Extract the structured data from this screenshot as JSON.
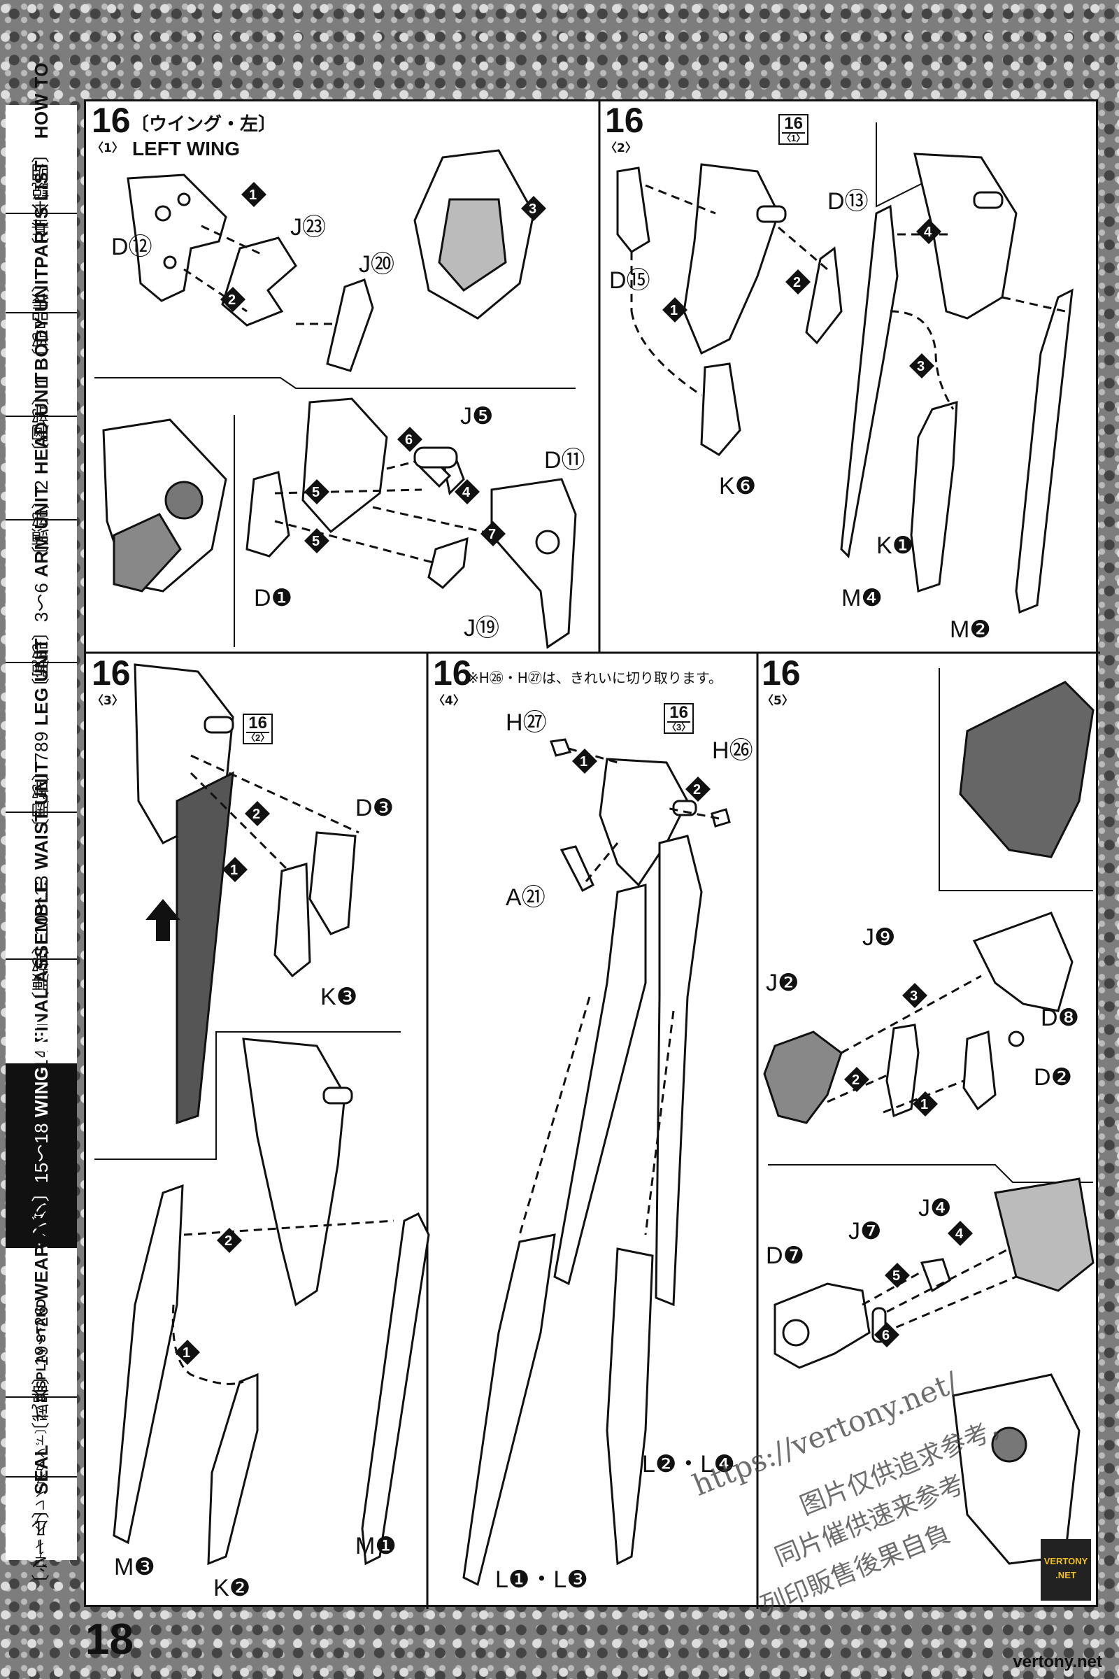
{
  "page_number": "18",
  "sidebar": {
    "tabs": [
      {
        "jp": "〔基本説明〕",
        "en": "HOW TO",
        "active": false
      },
      {
        "jp": "〔部品表〕",
        "en": "PARTS LIST",
        "active": false
      },
      {
        "jp": "〔胸部〕1",
        "en": "BODY UNIT",
        "active": false
      },
      {
        "jp": "〔頭部〕2",
        "en": "HEAD UNIT",
        "active": false
      },
      {
        "jp": "〔腕部〕3〜6",
        "en": "ARM UNIT",
        "active": false
      },
      {
        "jp": "〔脚部〕789",
        "en": "LEG UNIT",
        "active": false
      },
      {
        "jp": "〔腰部〕10〜13",
        "en": "WAIST UNIT",
        "active": false
      },
      {
        "jp": "〔完成〕14",
        "en": "FINAL ASSEMBLE",
        "active": false
      },
      {
        "jp": "〔ウイング〕15〜18",
        "en": "WING UNIT",
        "active": true
      },
      {
        "jp": "〔武器〕19〜26",
        "en": "WEAPONS",
        "active": false
      },
      {
        "jp": "〔ディスプレイスタンド〕27",
        "en": "DISPLAY STAND",
        "active": false
      },
      {
        "jp": "〔シール〕",
        "en": "SEAL",
        "active": false
      }
    ]
  },
  "panels": {
    "p1": {
      "step": "16",
      "sub": "〈1〉",
      "title_jp": "〔ウイング・左〕",
      "title_en": "LEFT WING",
      "labels": [
        {
          "t": "D",
          "n": "⑫"
        },
        {
          "t": "J",
          "n": "㉓"
        },
        {
          "t": "J",
          "n": "⑳"
        },
        {
          "t": "J",
          "n": "❺"
        },
        {
          "t": "D",
          "n": "⑪"
        },
        {
          "t": "D",
          "n": "❶"
        },
        {
          "t": "J",
          "n": "⑲"
        }
      ]
    },
    "p2": {
      "step": "16",
      "sub": "〈2〉",
      "ref": "16",
      "ref_sub": "〈1〉",
      "labels": [
        {
          "t": "D",
          "n": "⑬"
        },
        {
          "t": "D",
          "n": "⑮"
        },
        {
          "t": "K",
          "n": "❻"
        },
        {
          "t": "K",
          "n": "❶"
        },
        {
          "t": "M",
          "n": "❹"
        },
        {
          "t": "M",
          "n": "❷"
        }
      ]
    },
    "p3": {
      "step": "16",
      "sub": "〈3〉",
      "ref": "16",
      "ref_sub": "〈2〉",
      "labels": [
        {
          "t": "D",
          "n": "❸"
        },
        {
          "t": "K",
          "n": "❸"
        },
        {
          "t": "M",
          "n": "❸"
        },
        {
          "t": "K",
          "n": "❷"
        },
        {
          "t": "M",
          "n": "❶"
        }
      ]
    },
    "p4": {
      "step": "16",
      "sub": "〈4〉",
      "ref": "16",
      "ref_sub": "〈3〉",
      "note": "※H㉖・H㉗は、きれいに切り取ります。",
      "labels": [
        {
          "t": "H",
          "n": "㉗"
        },
        {
          "t": "H",
          "n": "㉖"
        },
        {
          "t": "A",
          "n": "㉑"
        },
        {
          "t": "L❷・L",
          "n": "❹"
        },
        {
          "t": "L❶・L",
          "n": "❸"
        }
      ]
    },
    "p5": {
      "step": "16",
      "sub": "〈5〉",
      "labels": [
        {
          "t": "J",
          "n": "❾"
        },
        {
          "t": "J",
          "n": "❷"
        },
        {
          "t": "D",
          "n": "❽"
        },
        {
          "t": "D",
          "n": "❷"
        },
        {
          "t": "D",
          "n": "❼"
        },
        {
          "t": "J",
          "n": "❼"
        },
        {
          "t": "J",
          "n": "❹"
        }
      ]
    }
  },
  "watermark": {
    "url": "https://vertony.net/",
    "line2": "图片仅供追求参考，",
    "line3": "同片催供速来参考",
    "line4": "列印販售後果自負"
  },
  "badge": {
    "line1": "VERTONY",
    "line2": ".NET"
  },
  "footer_url": "vertony.net",
  "colors": {
    "ink": "#111111",
    "paper": "#ffffff",
    "frame": "#7d7d7d"
  }
}
